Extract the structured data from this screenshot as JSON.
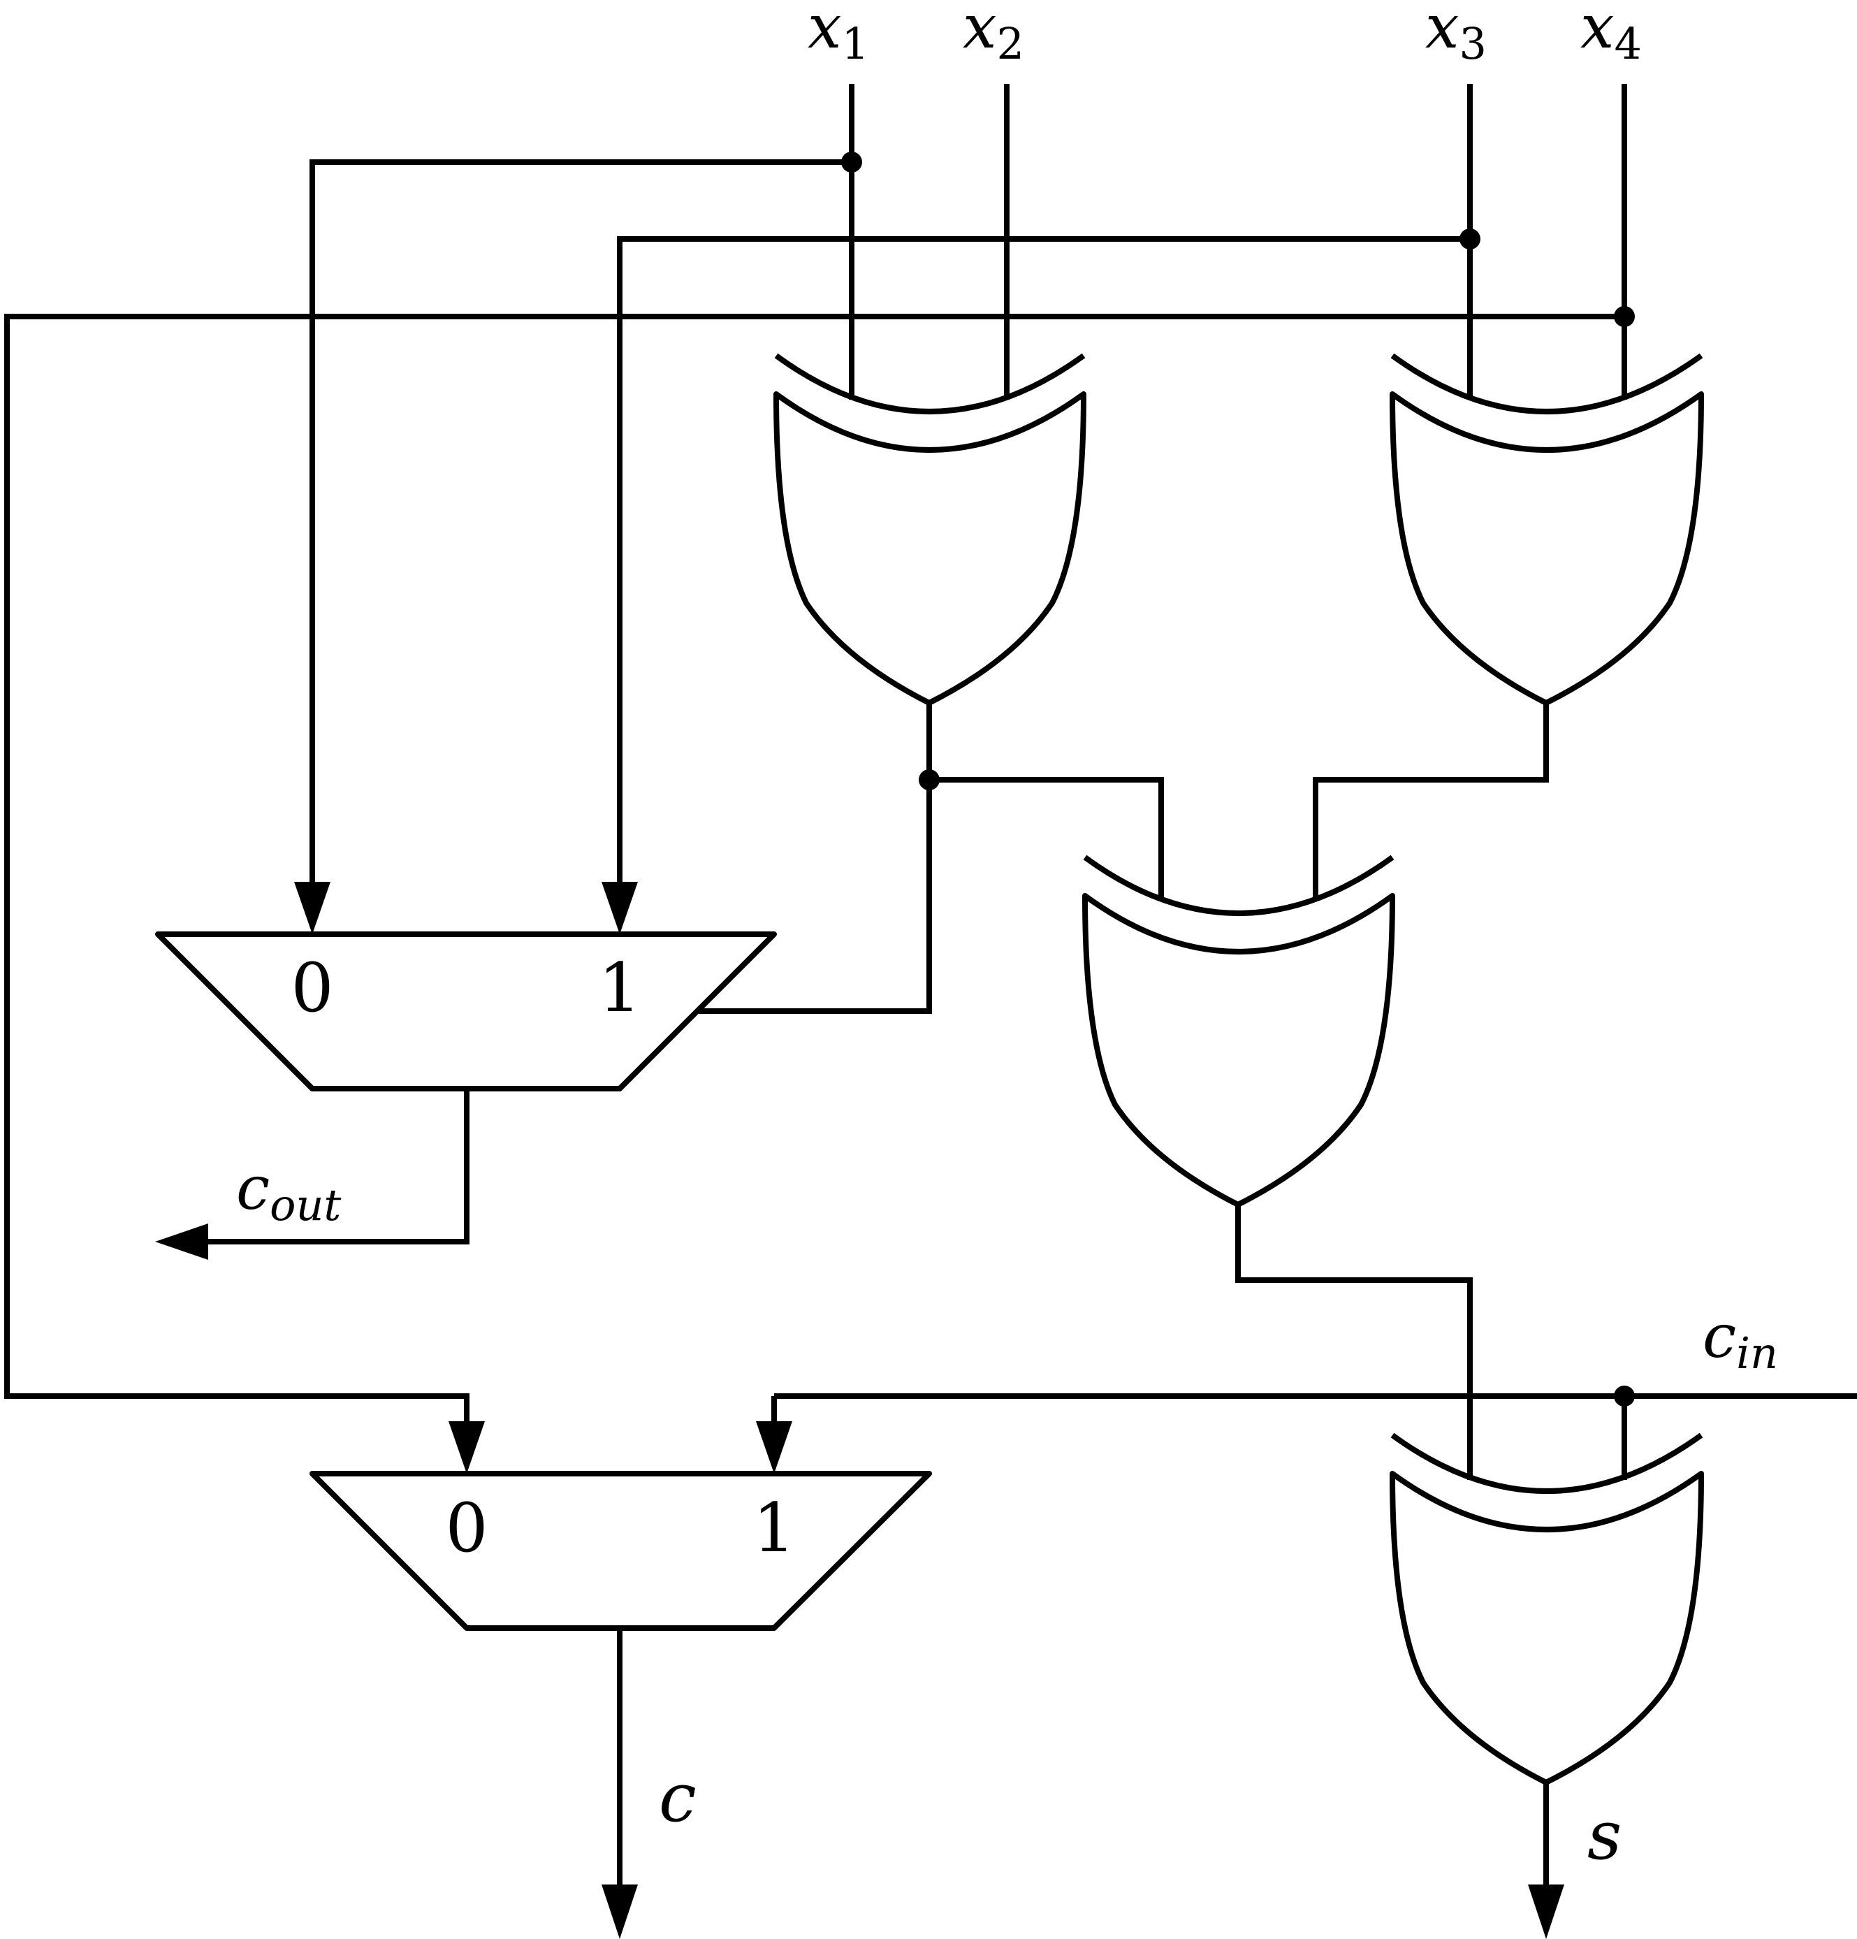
{
  "inputs": {
    "x1": {
      "base": "x",
      "sub": "1"
    },
    "x2": {
      "base": "x",
      "sub": "2"
    },
    "x3": {
      "base": "x",
      "sub": "3"
    },
    "x4": {
      "base": "x",
      "sub": "4"
    },
    "cin": {
      "base": "c",
      "sub": "in"
    }
  },
  "outputs": {
    "cout": {
      "base": "c",
      "sub": "out"
    },
    "c": {
      "base": "c"
    },
    "s": {
      "base": "s"
    }
  },
  "mux_top": {
    "input0": "0",
    "input1": "1"
  },
  "mux_bottom": {
    "input0": "0",
    "input1": "1"
  },
  "gates": [
    "xor",
    "xor",
    "xor",
    "xor"
  ]
}
